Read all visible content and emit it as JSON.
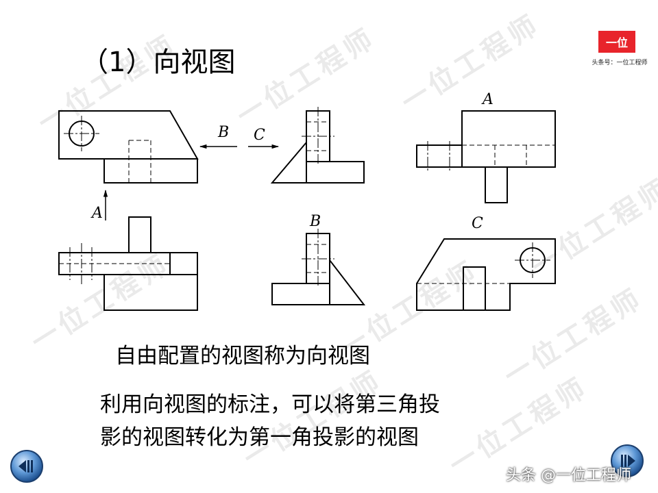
{
  "slide": {
    "title": "（1）向视图",
    "logo": {
      "mark": "一位",
      "caption": "头条号：一位工程师"
    },
    "watermark_text": "一位工程师",
    "view_labels": {
      "a": "A",
      "b": "B",
      "c": "C"
    },
    "captions": {
      "line1": "自由配置的视图称为向视图",
      "line2": "利用向视图的标注，可以将第三角投",
      "line3": "影的视图转化为第一角投影的视图"
    },
    "credit": "头条 @一位工程师",
    "nav": {
      "prev_icon": "previous-icon",
      "next_icon": "next-icon",
      "color": "#2f6fb3"
    }
  }
}
